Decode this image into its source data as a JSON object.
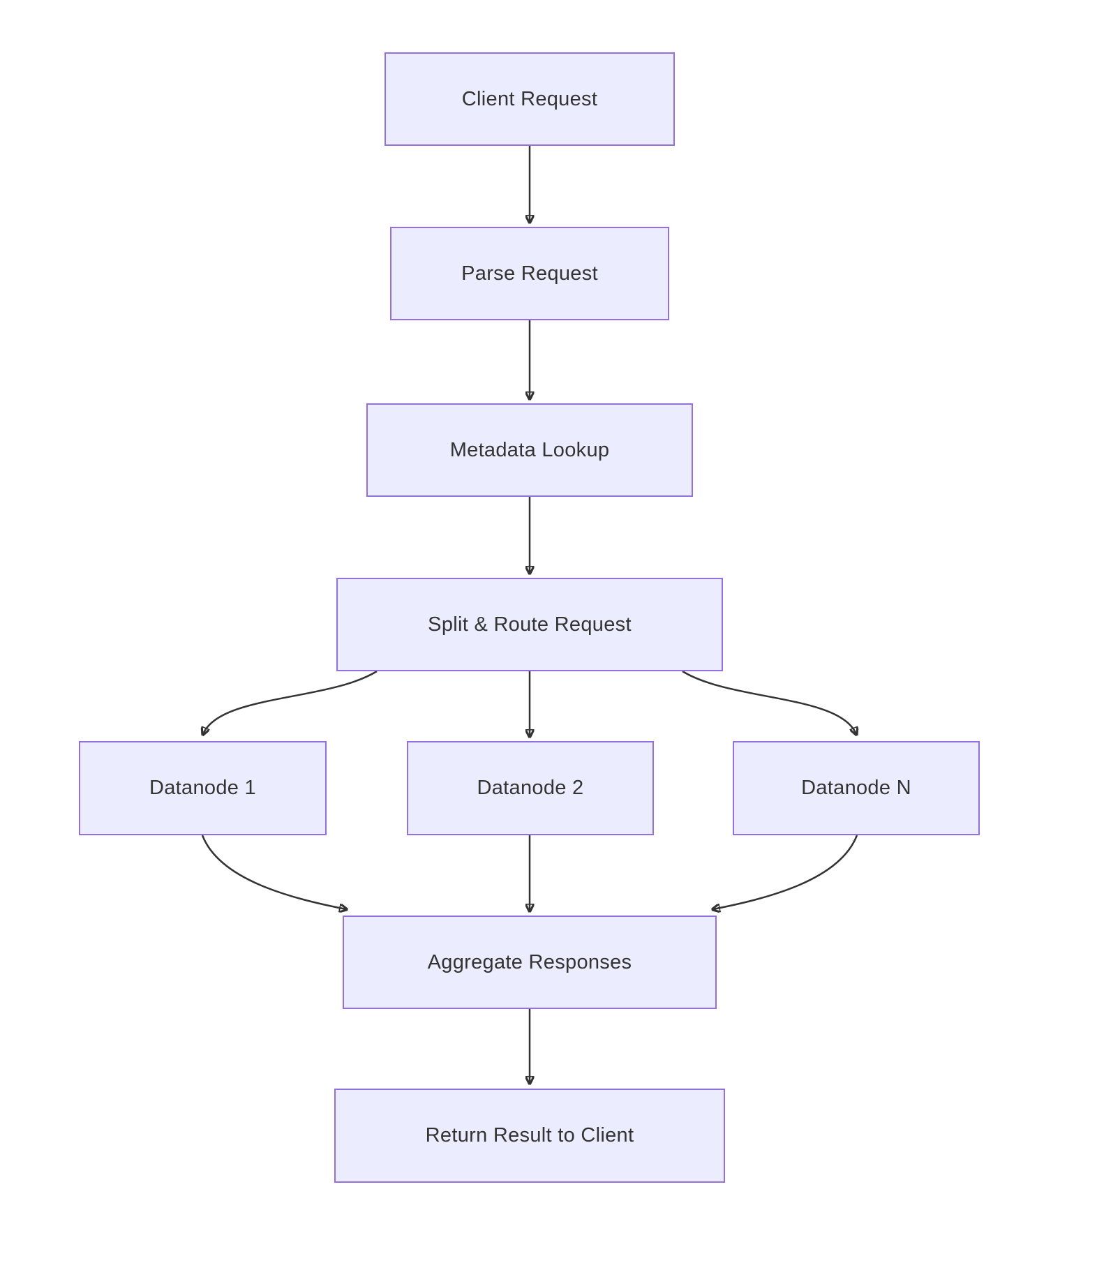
{
  "diagram": {
    "type": "flowchart",
    "direction": "top-down",
    "colors": {
      "node_fill": "#ECECFF",
      "node_border": "#9370DB",
      "arrow": "#333333",
      "text": "#333333",
      "background": "#FFFFFF"
    },
    "nodes": [
      {
        "id": "client",
        "label": "Client Request"
      },
      {
        "id": "parse",
        "label": "Parse Request"
      },
      {
        "id": "metadata",
        "label": "Metadata Lookup"
      },
      {
        "id": "split",
        "label": "Split & Route Request"
      },
      {
        "id": "datanode1",
        "label": "Datanode 1"
      },
      {
        "id": "datanode2",
        "label": "Datanode 2"
      },
      {
        "id": "datanodeN",
        "label": "Datanode N"
      },
      {
        "id": "aggregate",
        "label": "Aggregate Responses"
      },
      {
        "id": "return",
        "label": "Return Result to Client"
      }
    ],
    "edges": [
      {
        "from": "client",
        "to": "parse"
      },
      {
        "from": "parse",
        "to": "metadata"
      },
      {
        "from": "metadata",
        "to": "split"
      },
      {
        "from": "split",
        "to": "datanode1"
      },
      {
        "from": "split",
        "to": "datanode2"
      },
      {
        "from": "split",
        "to": "datanodeN"
      },
      {
        "from": "datanode1",
        "to": "aggregate"
      },
      {
        "from": "datanode2",
        "to": "aggregate"
      },
      {
        "from": "datanodeN",
        "to": "aggregate"
      },
      {
        "from": "aggregate",
        "to": "return"
      }
    ]
  }
}
